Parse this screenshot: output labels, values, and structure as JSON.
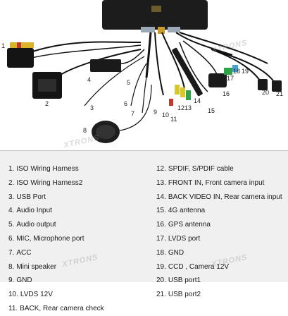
{
  "watermark": "XTRONS",
  "colors": {
    "background": "#ffffff",
    "panel": "#f0f0f0",
    "cable": "#111111",
    "unit": "#1c1c1c",
    "text": "#1a1a1a"
  },
  "callouts": [
    "1",
    "2",
    "3",
    "4",
    "5",
    "6",
    "7",
    "8",
    "9",
    "10",
    "11",
    "12",
    "13",
    "14",
    "15",
    "16",
    "17",
    "18",
    "19",
    "20",
    "21"
  ],
  "parts_left": [
    {
      "num": "1.",
      "label": "ISO Wiring Harness"
    },
    {
      "num": "2.",
      "label": "ISO Wiring Harness2"
    },
    {
      "num": "3.",
      "label": "USB Port"
    },
    {
      "num": "4.",
      "label": "Audio Input"
    },
    {
      "num": "5.",
      "label": "Audio output"
    },
    {
      "num": "6.",
      "label": "MIC, Microphone port"
    },
    {
      "num": "7.",
      "label": "ACC"
    },
    {
      "num": "8.",
      "label": "Mini speaker"
    },
    {
      "num": "9.",
      "label": "GND"
    },
    {
      "num": "10.",
      "label": "LVDS 12V"
    },
    {
      "num": "11.",
      "label": "BACK, Rear camera check"
    }
  ],
  "parts_right": [
    {
      "num": "12.",
      "label": "SPDIF, S/PDIF cable"
    },
    {
      "num": "13.",
      "label": "FRONT IN, Front camera input"
    },
    {
      "num": "14.",
      "label": "BACK VIDEO IN, Rear camera input"
    },
    {
      "num": "15.",
      "label": "4G antenna"
    },
    {
      "num": "16.",
      "label": "GPS antenna"
    },
    {
      "num": "17.",
      "label": "LVDS port"
    },
    {
      "num": "18.",
      "label": "GND"
    },
    {
      "num": "19.",
      "label": "CCD , Camera 12V"
    },
    {
      "num": "20.",
      "label": "USB port1"
    },
    {
      "num": "21.",
      "label": "USB port2"
    }
  ]
}
